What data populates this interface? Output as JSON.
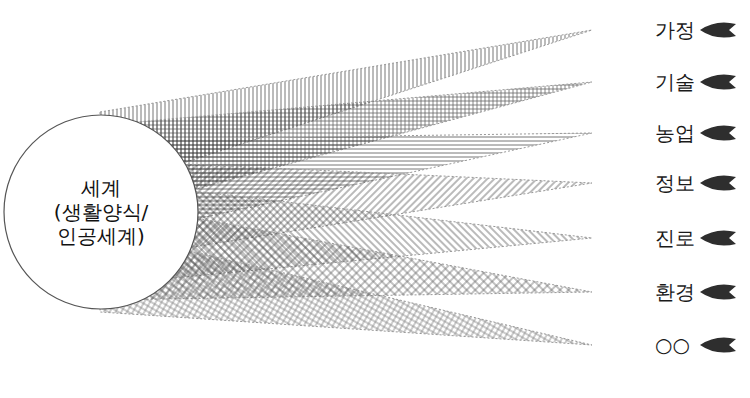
{
  "diagram": {
    "nodes": [
      {
        "text": [
          "세계 (생활양식/ 인공세계)"
        ]
      }
    ],
    "labels": [
      "가정",
      "기술",
      "농업",
      "정보",
      "진로",
      "환경",
      "○○"
    ]
  }
}
